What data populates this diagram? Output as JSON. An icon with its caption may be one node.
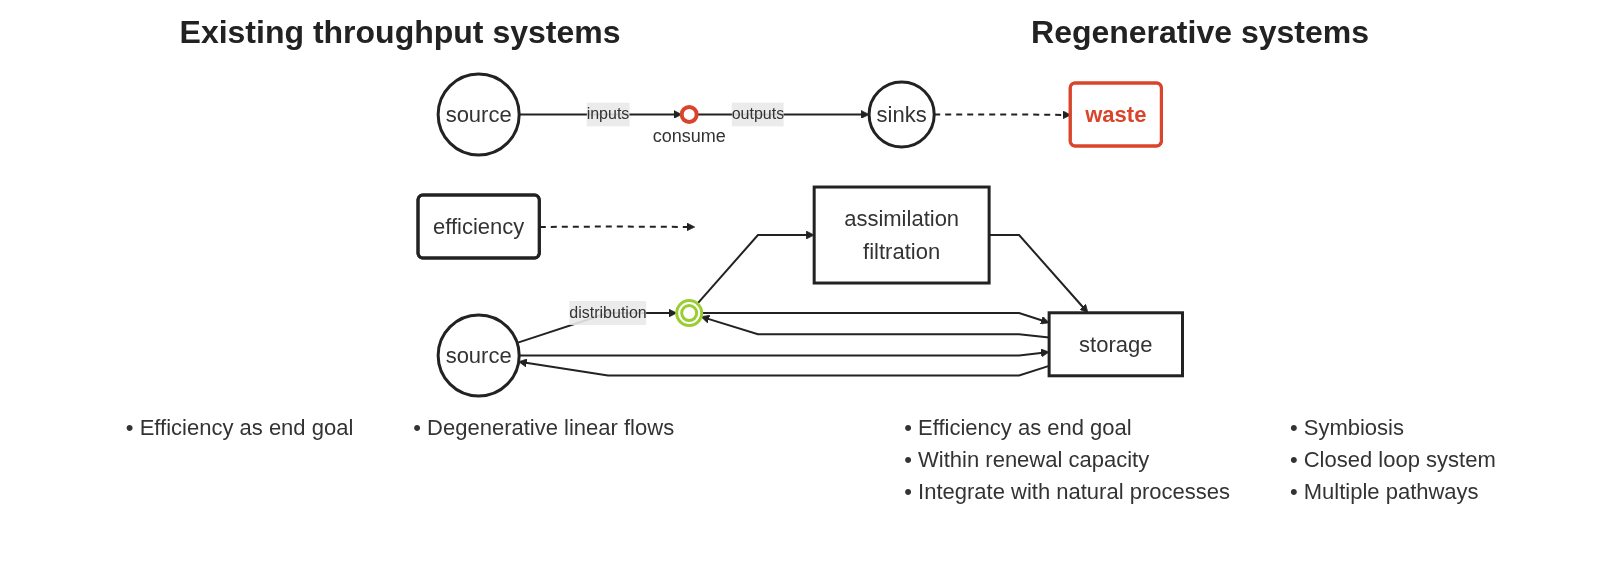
{
  "diagram": {
    "nodes": [
      {
        "text": [
          "source"
        ]
      },
      {
        "text": [],
        "shape": "circle",
        "beside": [
          "consume"
        ]
      },
      {
        "text": [
          "sinks"
        ]
      },
      {
        "text": [
          "efficiency"
        ]
      },
      {
        "text": [
          "waste"
        ]
      },
      {
        "text": [
          "source"
        ]
      },
      {
        "text": [],
        "shape": "circle"
      },
      {
        "text": [
          "assimilation",
          "filtration"
        ]
      },
      {
        "text": [
          "storage"
        ]
      }
    ],
    "edges": [
      {
        "from": 0,
        "to": 1,
        "arrow": "to",
        "label": "inputs"
      },
      {
        "from": 1,
        "to": 2,
        "arrow": "to",
        "label": "outputs"
      },
      {
        "from": 3,
        "to": null,
        "arrow": "to",
        "style": "dashed"
      },
      {
        "from": 2,
        "to": 4,
        "arrow": "to",
        "style": "dashed"
      },
      {
        "from": 5,
        "to": 6,
        "arrow": "to",
        "label": "distribution"
      },
      {
        "from": 6,
        "to": 7,
        "arrow": "to"
      },
      {
        "from": 6,
        "to": 8,
        "arrow": "to"
      },
      {
        "from": 8,
        "to": 6,
        "arrow": "to"
      },
      {
        "from": 8,
        "to": 5,
        "arrow": "to"
      },
      {
        "from": 5,
        "to": 8,
        "arrow": "to"
      },
      {
        "from": 7,
        "to": 8,
        "arrow": "to"
      }
    ],
    "labels": [
      "Existing throughput systems",
      "Regenerative systems",
      "• Efficiency as end goal",
      "• Degenerative linear flows",
      "• Efficiency as end goal",
      "• Symbiosis",
      "• Within renewal capacity",
      "• Closed loop system",
      "• Integrate with natural processes",
      "• Multiple pathways"
    ]
  }
}
